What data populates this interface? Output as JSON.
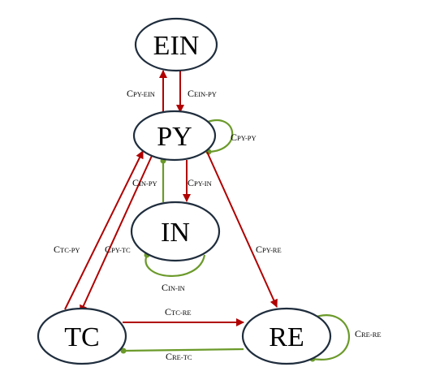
{
  "nodes": {
    "ein": "EIN",
    "py": "PY",
    "in": "IN",
    "tc": "TC",
    "re": "RE"
  },
  "edges": {
    "py_ein": {
      "main": "C",
      "sub": "PY-EIN"
    },
    "ein_py": {
      "main": "C",
      "sub": "EIN-PY"
    },
    "py_py": {
      "main": "C",
      "sub": "PY-PY"
    },
    "in_py": {
      "main": "C",
      "sub": "IN-PY"
    },
    "py_in": {
      "main": "C",
      "sub": "PY-IN"
    },
    "tc_py": {
      "main": "C",
      "sub": "TC-PY"
    },
    "py_tc": {
      "main": "C",
      "sub": "PY-TC"
    },
    "py_re": {
      "main": "C",
      "sub": "PY-RE"
    },
    "in_in": {
      "main": "C",
      "sub": "IN-IN"
    },
    "tc_re": {
      "main": "C",
      "sub": "TC-RE"
    },
    "re_re": {
      "main": "C",
      "sub": "RE-RE"
    },
    "re_tc": {
      "main": "C",
      "sub": "RE-TC"
    }
  },
  "colors": {
    "red_edge": "#b00000",
    "green_edge": "#6b9a2a",
    "node_outline": "#1f2d3d"
  }
}
